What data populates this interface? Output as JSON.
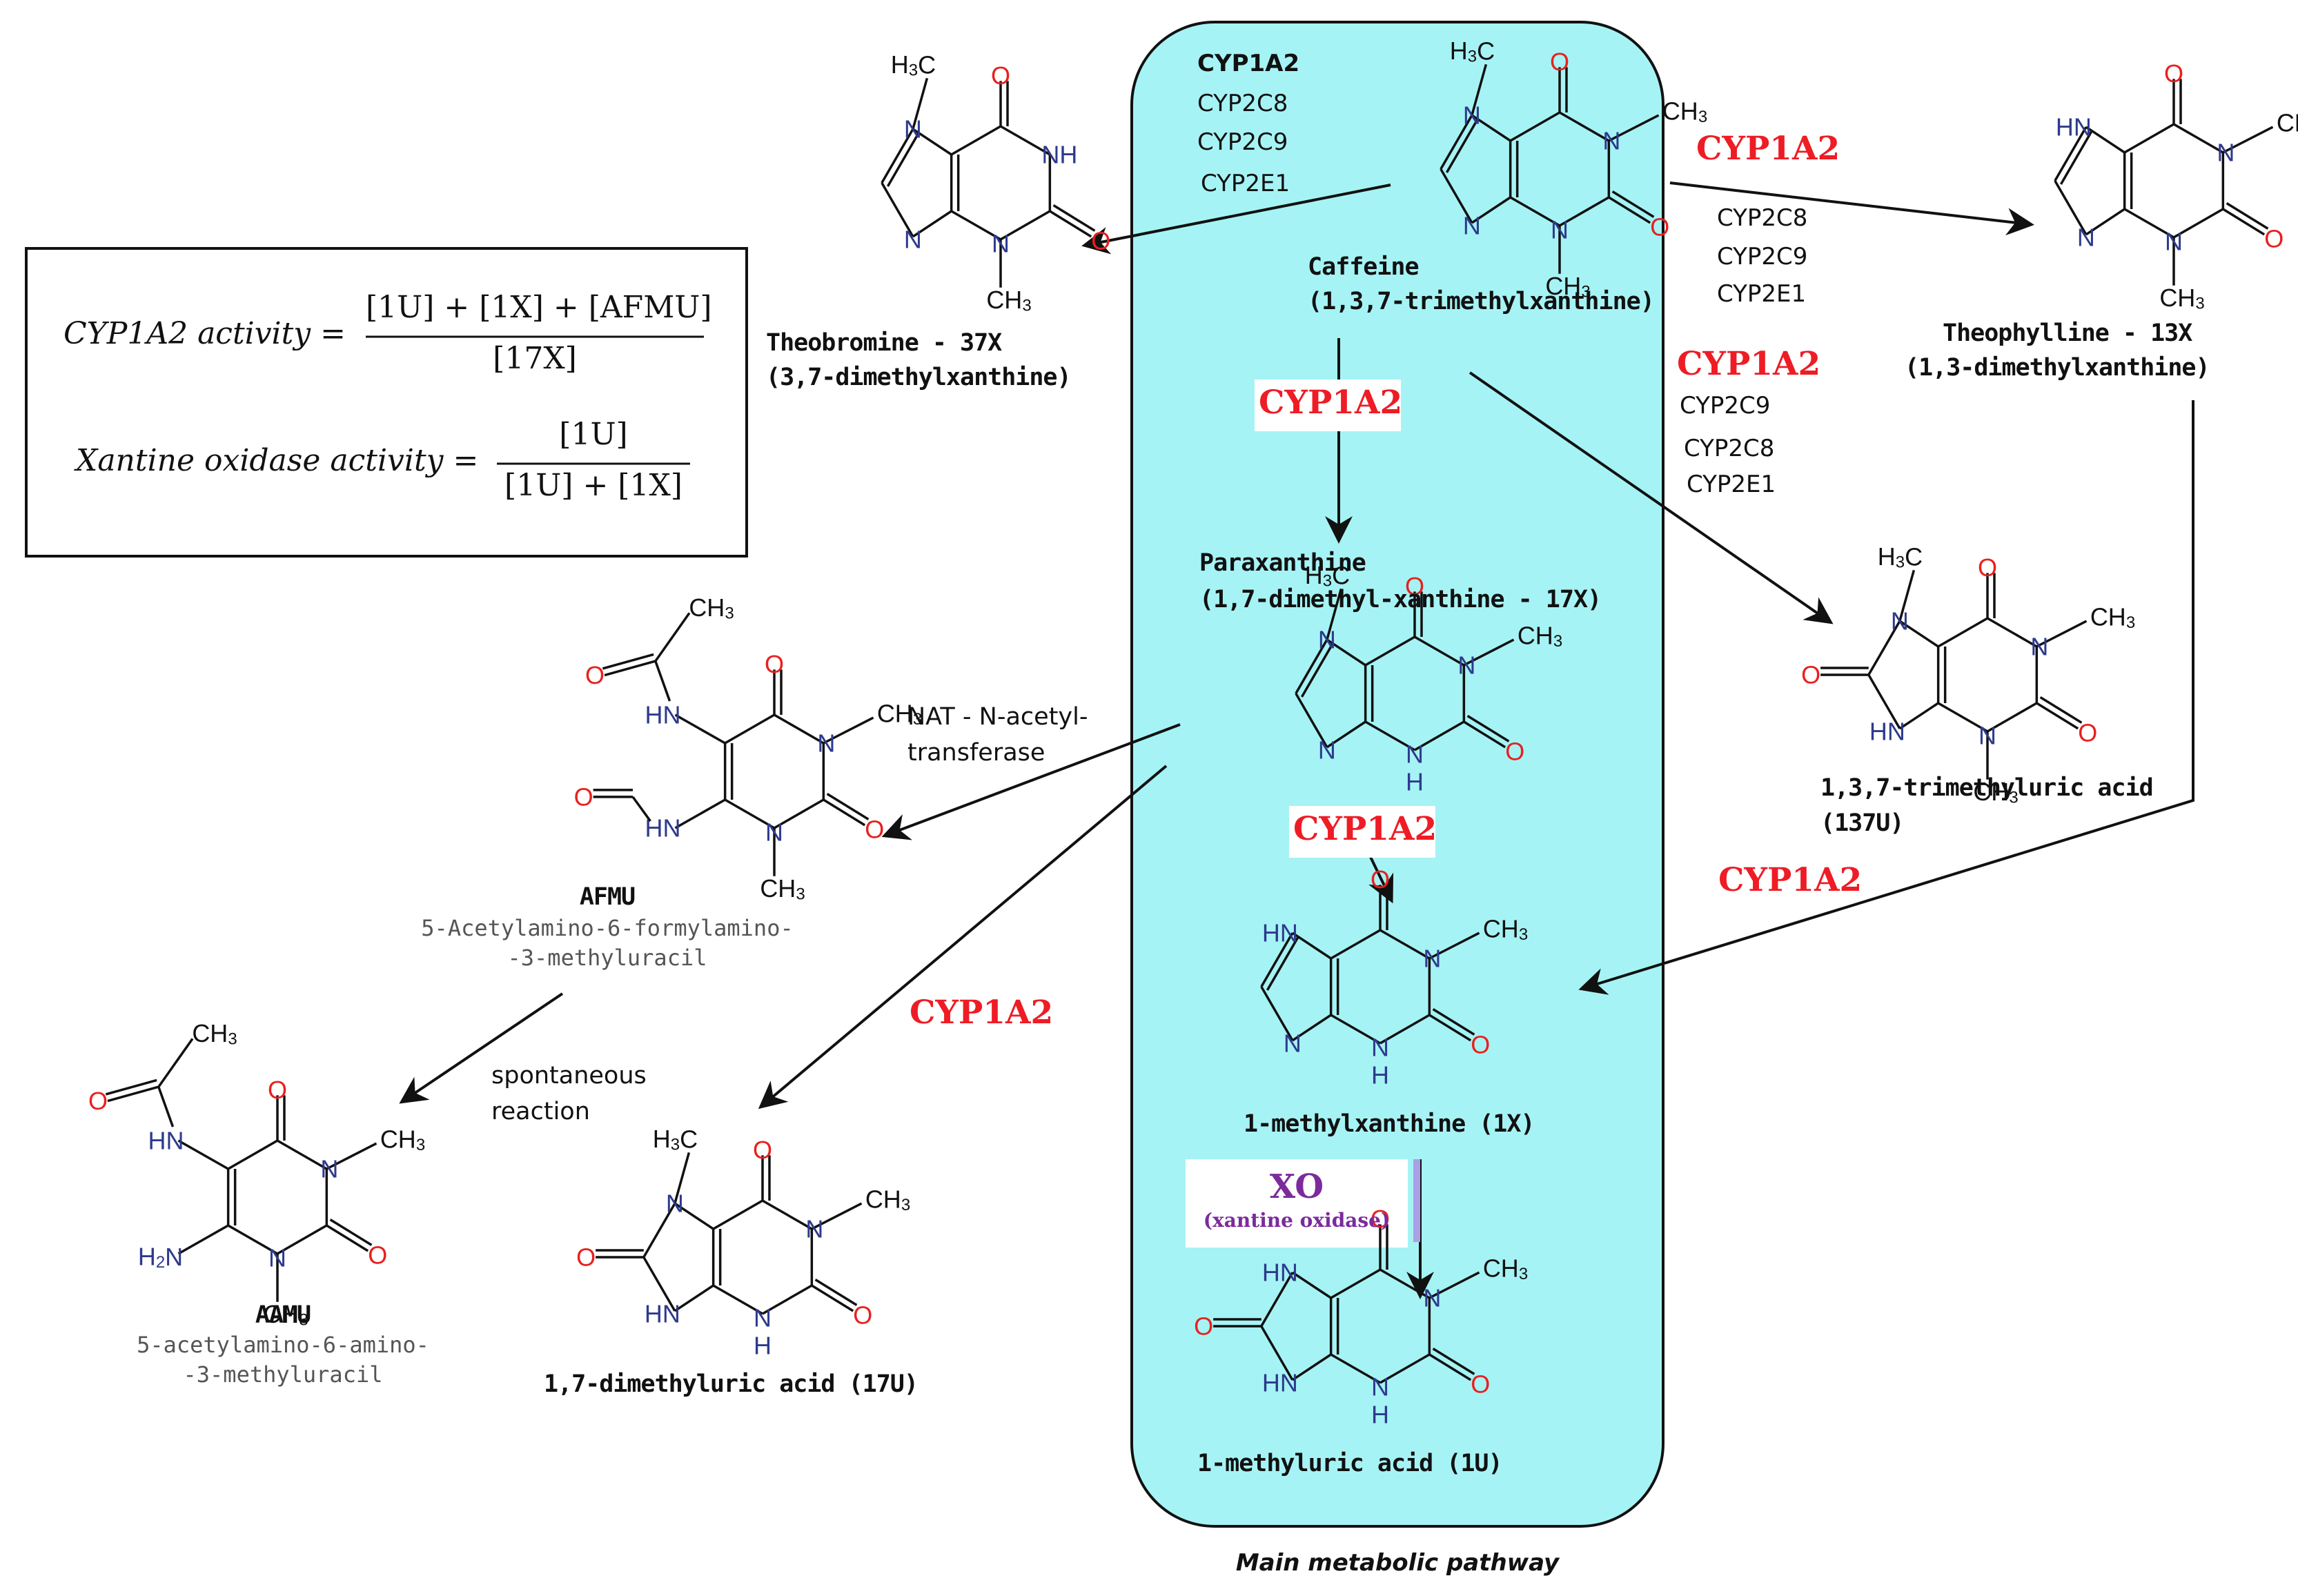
{
  "colors": {
    "box_fill": "#a6f3f5",
    "enzyme_red": "#ee1c25",
    "xo_purple": "#7b2b9c",
    "atom_N": "#2d3a8c",
    "atom_O": "#e8201e",
    "bond": "#111111"
  },
  "main_pathway_label": "Main metabolic pathway",
  "formulas": {
    "cyp_lhs": "CYP1A2 activity =",
    "cyp_num": "[1U] + [1X] + [AFMU]",
    "cyp_den": "[17X]",
    "xo_lhs": "Xantine oxidase activity =",
    "xo_num": "[1U]",
    "xo_den": "[1U] + [1X]"
  },
  "compounds": {
    "caffeine": {
      "name": "Caffeine",
      "sub": "(1,3,7-trimethylxanthine)"
    },
    "theobromine": {
      "name": "Theobromine - 37X",
      "sub": "(3,7-dimethylxanthine)"
    },
    "theophylline": {
      "name": "Theophylline - 13X",
      "sub": "(1,3-dimethylxanthine)"
    },
    "paraxanthine": {
      "name": "Paraxanthine",
      "sub": "(1,7-dimethyl-xanthine - 17X)"
    },
    "tmu": {
      "name": "1,3,7-trimethyluric acid",
      "sub": "(137U)"
    },
    "mx": {
      "name": "1-methylxanthine (1X)"
    },
    "mu": {
      "name": "1-methyluric acid (1U)"
    },
    "dmu": {
      "name": "1,7-dimethyluric acid (17U)"
    },
    "afmu": {
      "name": "AFMU",
      "sub1": "5-Acetylamino-6-formylamino-",
      "sub2": "-3-methyluracil"
    },
    "aamu": {
      "name": "AAMU",
      "sub1": "5-acetylamino-6-amino-",
      "sub2": "-3-methyluracil"
    }
  },
  "enzymes": {
    "top_list": [
      "CYP1A2",
      "CYP2C8",
      "CYP2C9",
      "CYP2E1"
    ],
    "right_top_main": "CYP1A2",
    "right_top_list": [
      "CYP2C8",
      "CYP2C9",
      "CYP2E1"
    ],
    "right_mid_main": "CYP1A2",
    "right_mid_list": [
      "CYP2C9",
      "CYP2C8",
      "CYP2E1"
    ],
    "to_paraxanthine": "CYP1A2",
    "to_1x": "CYP1A2",
    "theophylline_to_1x": "CYP1A2",
    "to_17u": "CYP1A2",
    "nat1": "NAT - N-acetyl-",
    "nat2": "transferase",
    "spont1": "spontaneous",
    "spont2": "reaction",
    "xo": "XO",
    "xo_full": "(xantine oxidase)"
  },
  "atoms": {
    "n": "N",
    "o": "O",
    "h": "H",
    "nh": "NH",
    "hn": "HN",
    "h2n": "H2N",
    "ch3": "CH3",
    "h3c": "H3C"
  }
}
